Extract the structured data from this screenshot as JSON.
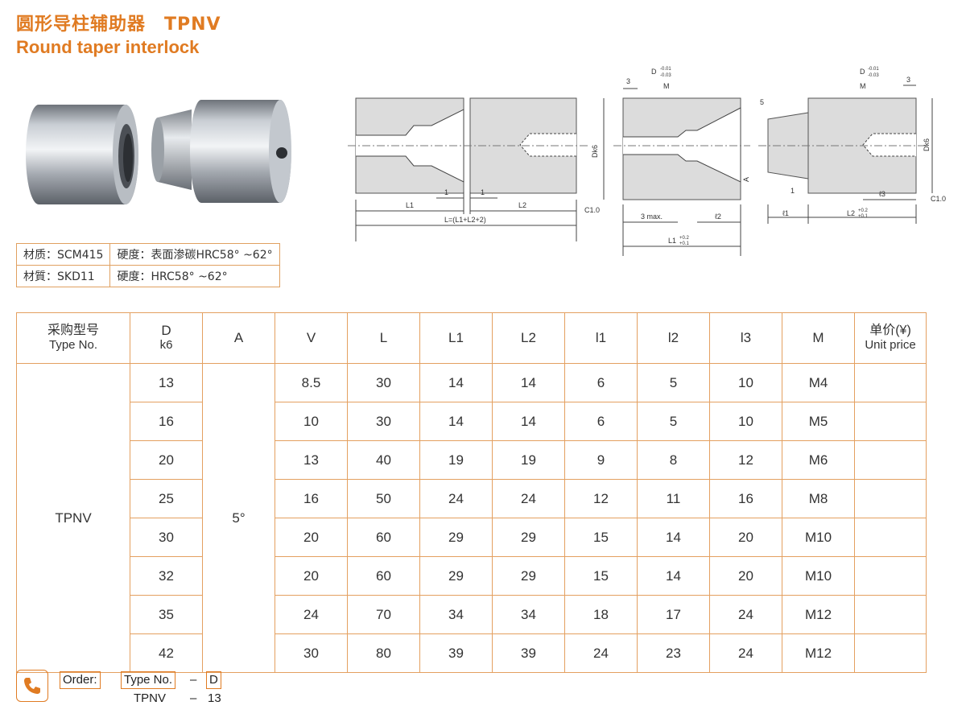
{
  "header": {
    "title_cn": "圆形导柱辅助器　TPNV",
    "title_en": "Round taper interlock"
  },
  "drawing": {
    "labels": {
      "L1": "L1",
      "L2": "L2",
      "L_total": "L=(L1+L2+2)",
      "one": "1",
      "three": "3",
      "dk6": "Dk6",
      "D_tol": "D",
      "tol_upper": "-0.01",
      "tol_lower": "-0.03",
      "M": "M",
      "c10": "C1.0",
      "three_max": "3 max.",
      "l2": "ℓ2",
      "l1": "ℓ1",
      "l3": "ℓ3",
      "A": "A",
      "five": "5",
      "L1_tol": "L1",
      "L2_tol": "L2",
      "tol_p2": "+0.2",
      "tol_p1": "+0.1"
    }
  },
  "material": {
    "rows": [
      [
        "材质：SCM415",
        "硬度：表面渗碳HRC58° ~62°"
      ],
      [
        "材質：SKD11",
        "硬度：HRC58° ~62°"
      ]
    ]
  },
  "spec_table": {
    "headers": [
      {
        "line1": "采购型号",
        "line2": "Type No."
      },
      {
        "line1": "D",
        "line2": "k6"
      },
      {
        "line1": "A",
        "line2": ""
      },
      {
        "line1": "V",
        "line2": ""
      },
      {
        "line1": "L",
        "line2": ""
      },
      {
        "line1": "L1",
        "line2": ""
      },
      {
        "line1": "L2",
        "line2": ""
      },
      {
        "line1": "l1",
        "line2": ""
      },
      {
        "line1": "l2",
        "line2": ""
      },
      {
        "line1": "l3",
        "line2": ""
      },
      {
        "line1": "M",
        "line2": ""
      },
      {
        "line1": "单价(¥)",
        "line2": "Unit price"
      }
    ],
    "type_no": "TPNV",
    "angle": "5°",
    "rows": [
      [
        "13",
        "8.5",
        "30",
        "14",
        "14",
        "6",
        "5",
        "10",
        "M4",
        ""
      ],
      [
        "16",
        "10",
        "30",
        "14",
        "14",
        "6",
        "5",
        "10",
        "M5",
        ""
      ],
      [
        "20",
        "13",
        "40",
        "19",
        "19",
        "9",
        "8",
        "12",
        "M6",
        ""
      ],
      [
        "25",
        "16",
        "50",
        "24",
        "24",
        "12",
        "11",
        "16",
        "M8",
        ""
      ],
      [
        "30",
        "20",
        "60",
        "29",
        "29",
        "15",
        "14",
        "20",
        "M10",
        ""
      ],
      [
        "32",
        "20",
        "60",
        "29",
        "29",
        "15",
        "14",
        "20",
        "M10",
        ""
      ],
      [
        "35",
        "24",
        "70",
        "34",
        "34",
        "18",
        "17",
        "24",
        "M12",
        ""
      ],
      [
        "42",
        "30",
        "80",
        "39",
        "39",
        "24",
        "23",
        "24",
        "M12",
        ""
      ]
    ]
  },
  "order": {
    "icon": "phone-icon",
    "label": "Order:",
    "type_label": "Type No.",
    "dash1": "–",
    "d_label": "D",
    "example_type": "TPNV",
    "dash2": "–",
    "example_d": "13"
  }
}
